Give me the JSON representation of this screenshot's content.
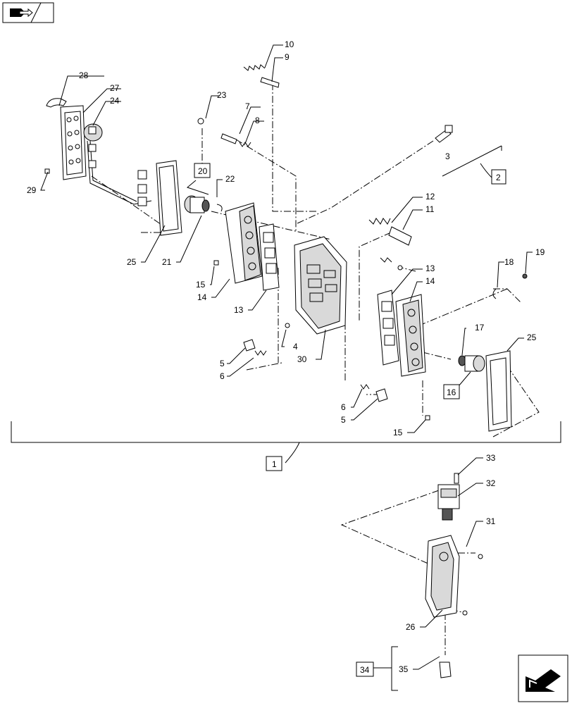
{
  "nav": {
    "top_icon": "page-back-icon",
    "bottom_icon": "next-page-arrow-icon"
  },
  "callouts": {
    "c1": "1",
    "c2": "2",
    "c3": "3",
    "c4": "4",
    "c5a": "5",
    "c5b": "5",
    "c6a": "6",
    "c6b": "6",
    "c7": "7",
    "c8": "8",
    "c9": "9",
    "c10": "10",
    "c11": "11",
    "c12": "12",
    "c13a": "13",
    "c13b": "13",
    "c14a": "14",
    "c14b": "14",
    "c15a": "15",
    "c15b": "15",
    "c16": "16",
    "c17": "17",
    "c18": "18",
    "c19": "19",
    "c20": "20",
    "c21": "21",
    "c22": "22",
    "c23": "23",
    "c24": "24",
    "c25a": "25",
    "c25b": "25",
    "c26": "26",
    "c27": "27",
    "c28": "28",
    "c29": "29",
    "c30": "30",
    "c31": "31",
    "c32": "32",
    "c33": "33",
    "c34": "34",
    "c35": "35"
  }
}
